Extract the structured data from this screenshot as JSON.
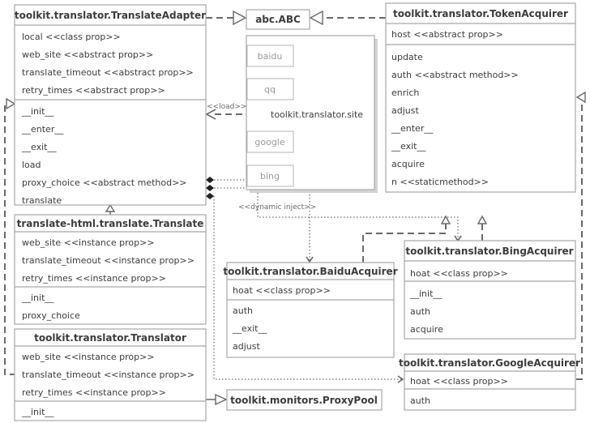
{
  "diagram": {
    "classes": {
      "translate_adapter": {
        "title": "toolkit.translator.TranslateAdapter",
        "props": [
          "local <<class prop>>",
          "web_site <<abstract prop>>",
          "translate_timeout <<abstract prop>>",
          "retry_times <<abstract prop>>"
        ],
        "methods": [
          "__init__",
          "__enter__",
          "__exit__",
          "load",
          "proxy_choice <<abstract method>>",
          "translate"
        ]
      },
      "abc": {
        "title": "abc.ABC"
      },
      "site": {
        "label": "toolkit.translator.site",
        "items": [
          "baidu",
          "qq",
          "google",
          "bing"
        ]
      },
      "token_acquirer": {
        "title": "toolkit.translator.TokenAcquirer",
        "props": [
          "host <<abstract prop>>"
        ],
        "methods": [
          "update",
          "auth <<abstract method>>",
          "enrich",
          "adjust",
          "__enter__",
          "__exit__",
          "acquire",
          "n <<staticmethod>>"
        ]
      },
      "translate_html": {
        "title": "translate-html.translate.Translate",
        "props": [
          "web_site <<instance prop>>",
          "translate_timeout <<instance prop>>",
          "retry_times <<instance prop>>"
        ],
        "methods": [
          "__init__",
          "proxy_choice"
        ]
      },
      "translator": {
        "title": "toolkit.translator.Translator",
        "props": [
          "web_site <<instance prop>>",
          "translate_timeout <<instance prop>>",
          "retry_times <<instance prop>>"
        ],
        "methods": [
          "__init__"
        ]
      },
      "baidu_acquirer": {
        "title": "toolkit.translator.BaiduAcquirer",
        "props": [
          "hoat <<class prop>>"
        ],
        "methods": [
          "auth",
          "__exit__",
          "adjust"
        ]
      },
      "bing_acquirer": {
        "title": "toolkit.translator.BingAcquirer",
        "props": [
          "hoat <<class prop>>"
        ],
        "methods": [
          "__init__",
          "auth",
          "acquire"
        ]
      },
      "google_acquirer": {
        "title": "toolkit.translator.GoogleAcquirer",
        "props": [
          "hoat <<class prop>>"
        ],
        "methods": [
          "auth"
        ]
      },
      "proxy_pool": {
        "title": "toolkit.monitors.ProxyPool"
      }
    },
    "labels": {
      "load": "<<load>>",
      "dynamic_inject": "<<dynamic inject>>"
    }
  }
}
